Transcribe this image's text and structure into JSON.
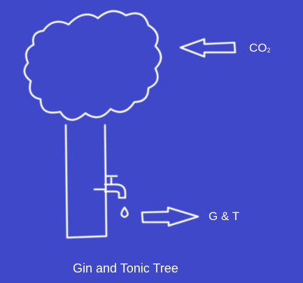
{
  "labels": {
    "co2_main": "CO",
    "co2_sub": "2",
    "output": "G & T",
    "caption": "Gin and Tonic Tree"
  },
  "colors": {
    "background": "#3e48c9",
    "chalk": "#ffffff"
  },
  "icons": [
    "cloud-canopy",
    "tree-trunk",
    "tap-icon",
    "water-drop-icon",
    "arrow-left-icon",
    "arrow-right-icon"
  ]
}
